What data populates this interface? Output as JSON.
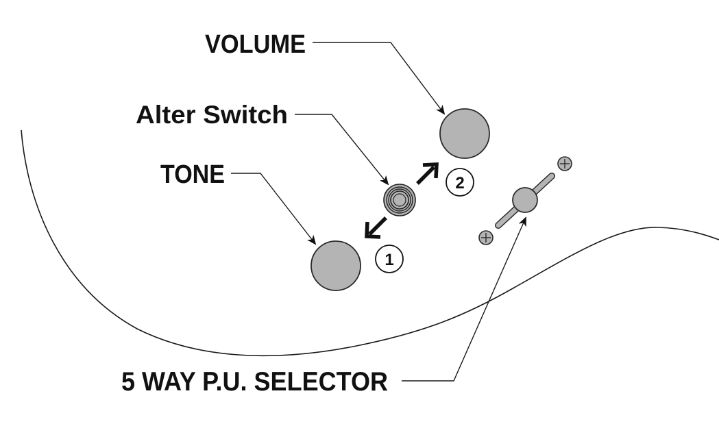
{
  "labels": {
    "volume": "VOLUME",
    "alter_switch": "Alter Switch",
    "tone": "TONE",
    "selector": "5 WAY P.U. SELECTOR"
  },
  "positions": {
    "position_1": "1",
    "position_2": "2"
  },
  "colors": {
    "knob_fill": "#b4b4b4",
    "line": "#1a1a1a",
    "text": "#111111",
    "background": "#ffffff"
  }
}
